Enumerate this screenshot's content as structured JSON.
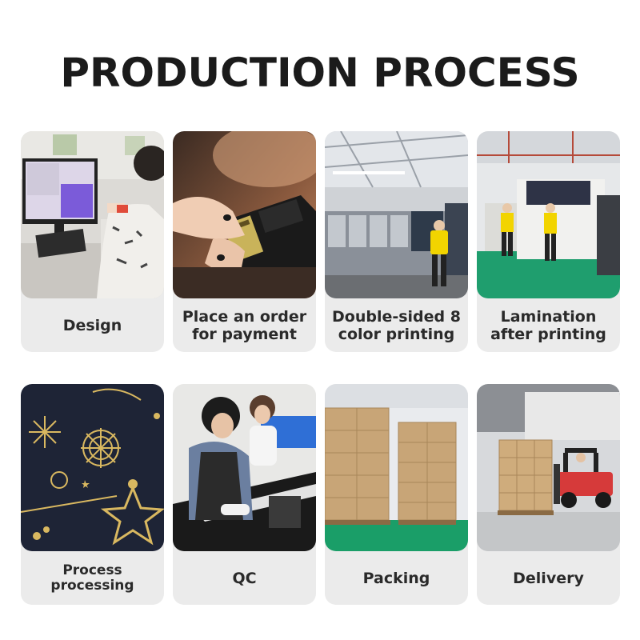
{
  "title": "PRODUCTION PROCESS",
  "steps": [
    {
      "label": "Design",
      "image": "designer-at-computer-photo"
    },
    {
      "label": "Place an order\nfor payment",
      "image": "card-payment-photo"
    },
    {
      "label": "Double-sided 8\ncolor printing",
      "image": "printing-press-photo"
    },
    {
      "label": "Lamination\nafter printing",
      "image": "lamination-machine-photo"
    },
    {
      "label": "Process\nprocessing",
      "image": "gold-foil-stamping-photo"
    },
    {
      "label": "QC",
      "image": "quality-check-photo"
    },
    {
      "label": "Packing",
      "image": "stacked-cartons-photo"
    },
    {
      "label": "Delivery",
      "image": "forklift-truck-loading-photo"
    }
  ],
  "colors": {
    "title": "#1b1b1b",
    "card_background": "#ebebeb",
    "worker_shirt": "#f2d400",
    "factory_floor": "#1f9e6e",
    "foil_gold": "#d9b860",
    "card_navy": "#1e2436"
  }
}
